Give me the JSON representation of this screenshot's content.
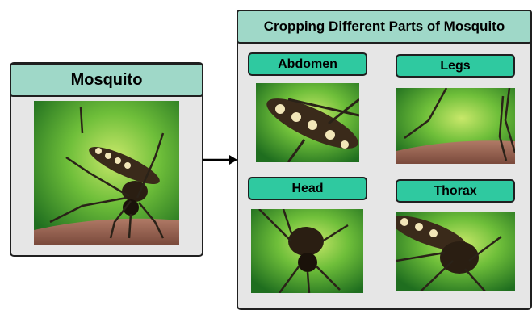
{
  "source_panel": {
    "title": "Mosquito",
    "image_icon": "mosquito-photo"
  },
  "crops_panel": {
    "title": "Cropping Different Parts of Mosquito",
    "crops": [
      {
        "label": "Abdomen",
        "image_icon": "mosquito-abdomen-crop"
      },
      {
        "label": "Legs",
        "image_icon": "mosquito-legs-crop"
      },
      {
        "label": "Head",
        "image_icon": "mosquito-head-crop"
      },
      {
        "label": "Thorax",
        "image_icon": "mosquito-thorax-crop"
      }
    ]
  },
  "colors": {
    "title_fill": "#9fd8c8",
    "label_fill": "#2fc9a0",
    "panel_fill": "#e6e6e6",
    "border": "#1f1f1f",
    "arrow": "#000000"
  }
}
